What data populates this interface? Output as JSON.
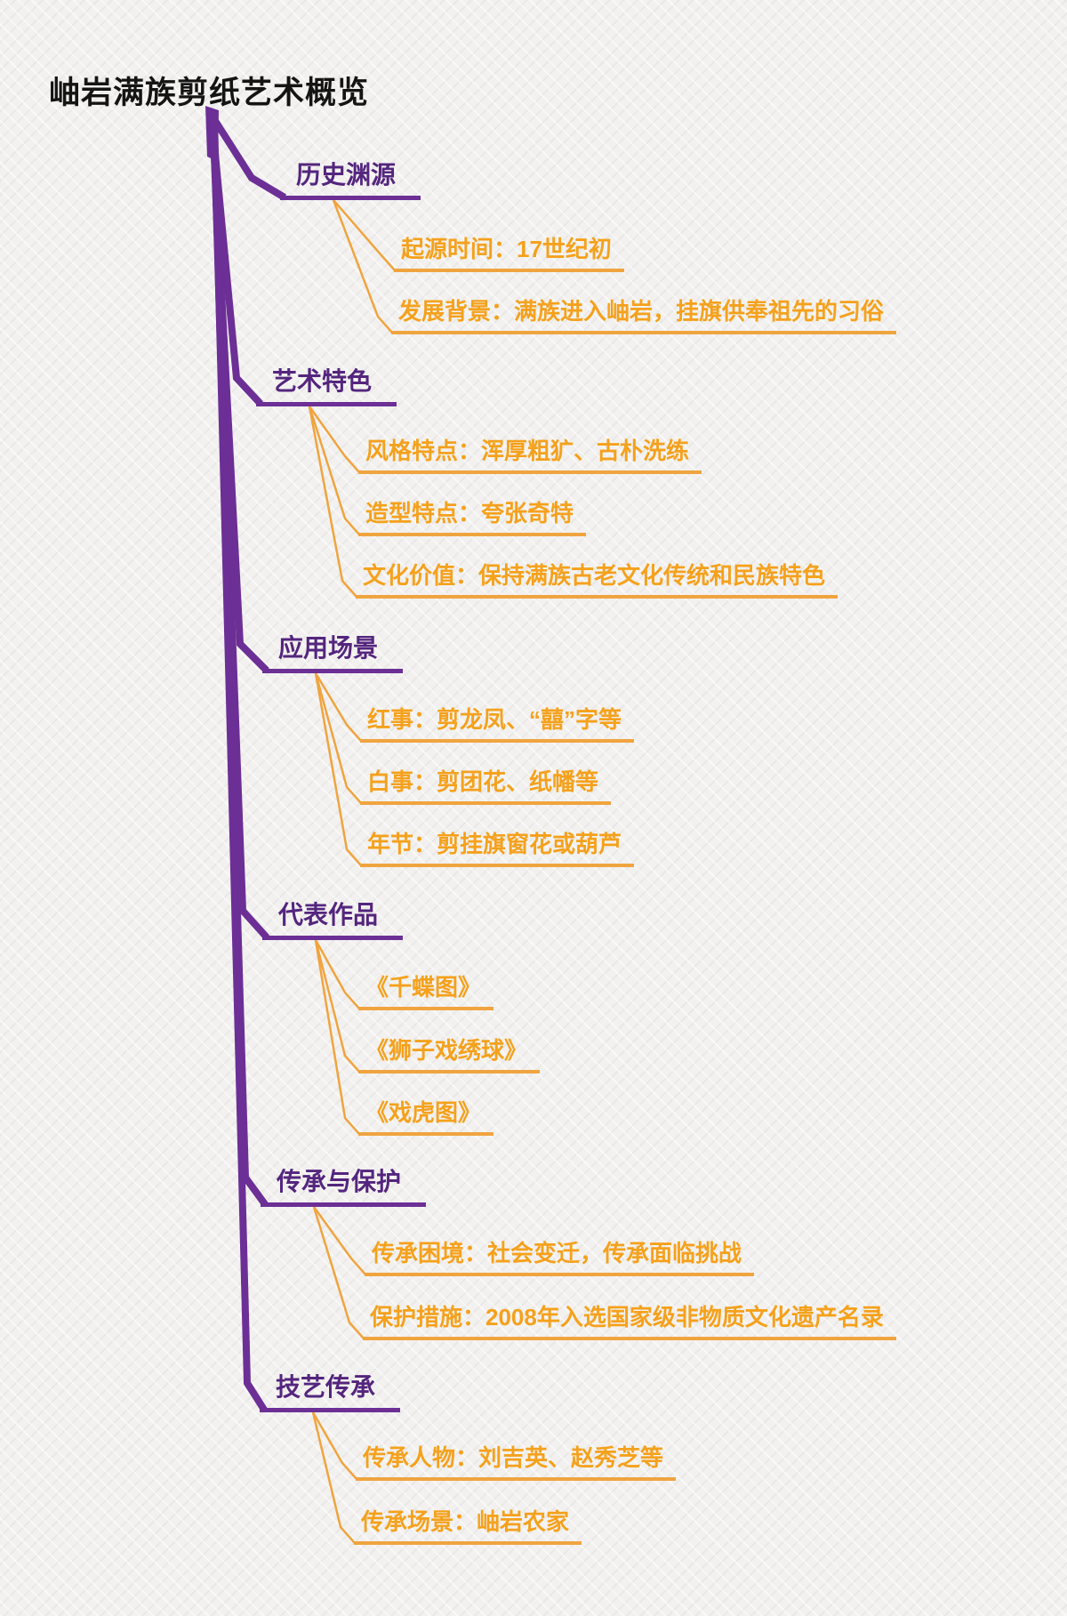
{
  "title": "岫岩满族剪纸艺术概览",
  "colors": {
    "branch_line": "#6C2F96",
    "branch_text": "#54257E",
    "item_line": "#F0A43F",
    "item_text": "#F5A11C",
    "title_text": "#141414",
    "background": "#f2f1ef"
  },
  "branches": [
    {
      "label": "历史渊源",
      "items": [
        "起源时间：17世纪初",
        "发展背景：满族进入岫岩，挂旗供奉祖先的习俗"
      ]
    },
    {
      "label": "艺术特色",
      "items": [
        "风格特点：浑厚粗犷、古朴洗练",
        "造型特点：夸张奇特",
        "文化价值：保持满族古老文化传统和民族特色"
      ]
    },
    {
      "label": "应用场景",
      "items": [
        "红事：剪龙凤、“囍”字等",
        "白事：剪团花、纸幡等",
        "年节：剪挂旗窗花或葫芦"
      ]
    },
    {
      "label": "代表作品",
      "items": [
        "《千蝶图》",
        "《狮子戏绣球》",
        "《戏虎图》"
      ]
    },
    {
      "label": "传承与保护",
      "items": [
        "传承困境：社会变迁，传承面临挑战",
        "保护措施：2008年入选国家级非物质文化遗产名录"
      ]
    },
    {
      "label": "技艺传承",
      "items": [
        "传承人物：刘吉英、赵秀芝等",
        "传承场景：岫岩农家"
      ]
    }
  ]
}
